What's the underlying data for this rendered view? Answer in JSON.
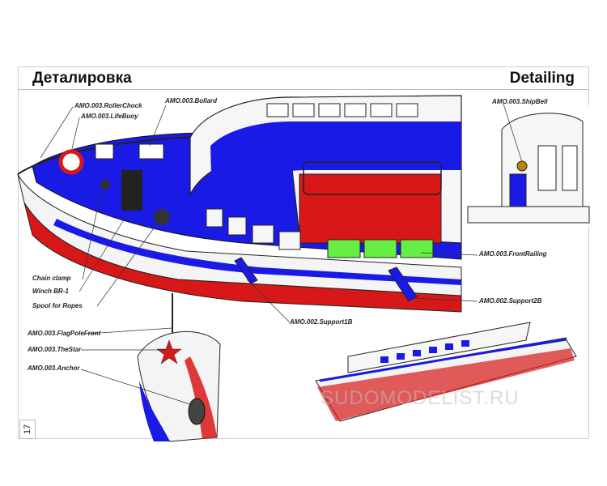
{
  "header": {
    "title_ru": "Деталировка",
    "title_en": "Detailing"
  },
  "page_number": "17",
  "watermark": "SUDOMODELIST.RU",
  "colors": {
    "deck_blue": "#1a1ae6",
    "hull_red": "#d81818",
    "highlight_green": "#66ee44",
    "white": "#ffffff"
  },
  "labels": {
    "roller_chock": "AMO.003.RollerChock",
    "bollard": "AMO.003.Bollard",
    "life_buoy": "AMO.003.LifeBuoy",
    "ship_bell": "AMO.003.ShipBell",
    "front_railing": "AMO.003.FrontRailing",
    "chain_clamp": "Chain clamp",
    "winch": "Winch BR-1",
    "spool": "Spool for Ropes",
    "support2b": "AMO.002.Support2B",
    "support1b": "AMO.002.Support1B",
    "flagpole": "AMO.003.FlagPoleFront",
    "star": "AMO.003.TheStar",
    "anchor": "AMO.003.Anchor"
  }
}
